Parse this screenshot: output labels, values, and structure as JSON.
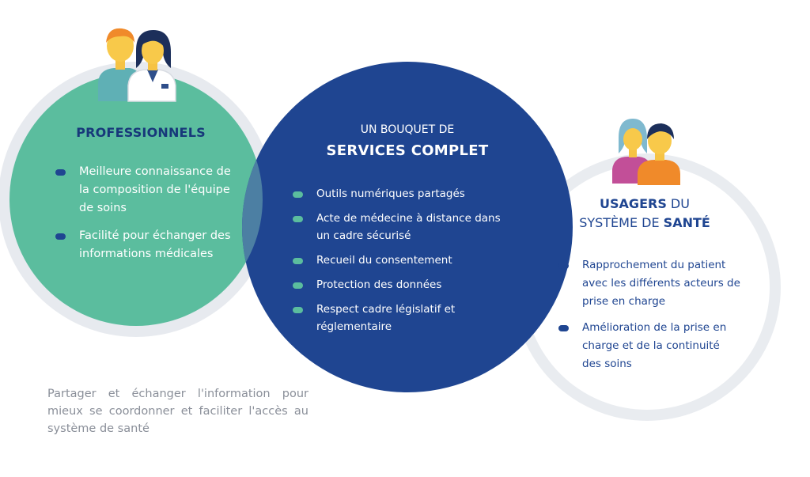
{
  "professionals": {
    "title": "PROFESSIONNELS",
    "items": [
      "Meilleure connaissance de la composition de l'équipe de soins",
      "Facilité pour échanger des informations médicales"
    ]
  },
  "services": {
    "subtitle": "UN BOUQUET DE",
    "title": "SERVICES COMPLET",
    "items": [
      "Outils numériques partagés",
      "Acte de médecine à distance dans un cadre sécurisé",
      "Recueil du consentement",
      "Protection des données",
      "Respect cadre législatif et réglementaire"
    ]
  },
  "users": {
    "title_bold": "USAGERS",
    "title_rest": " DU",
    "line2_rest": "SYSTÈME DE ",
    "line2_bold": "SANTÉ",
    "items": [
      "Rapprochement du patient avec les différents acteurs de prise en charge",
      "Amélioration de la prise en charge et de la continuité des soins"
    ]
  },
  "caption": "Partager et échanger l'information pour mieux se coordonner et faciliter l'accès au système de santé",
  "icons": {
    "professionals": "two-healthcare-workers-icon",
    "users": "two-people-icon"
  },
  "colors": {
    "green": "#5bbd9e",
    "navy": "#1f4591",
    "ring": "#e7eaef"
  }
}
